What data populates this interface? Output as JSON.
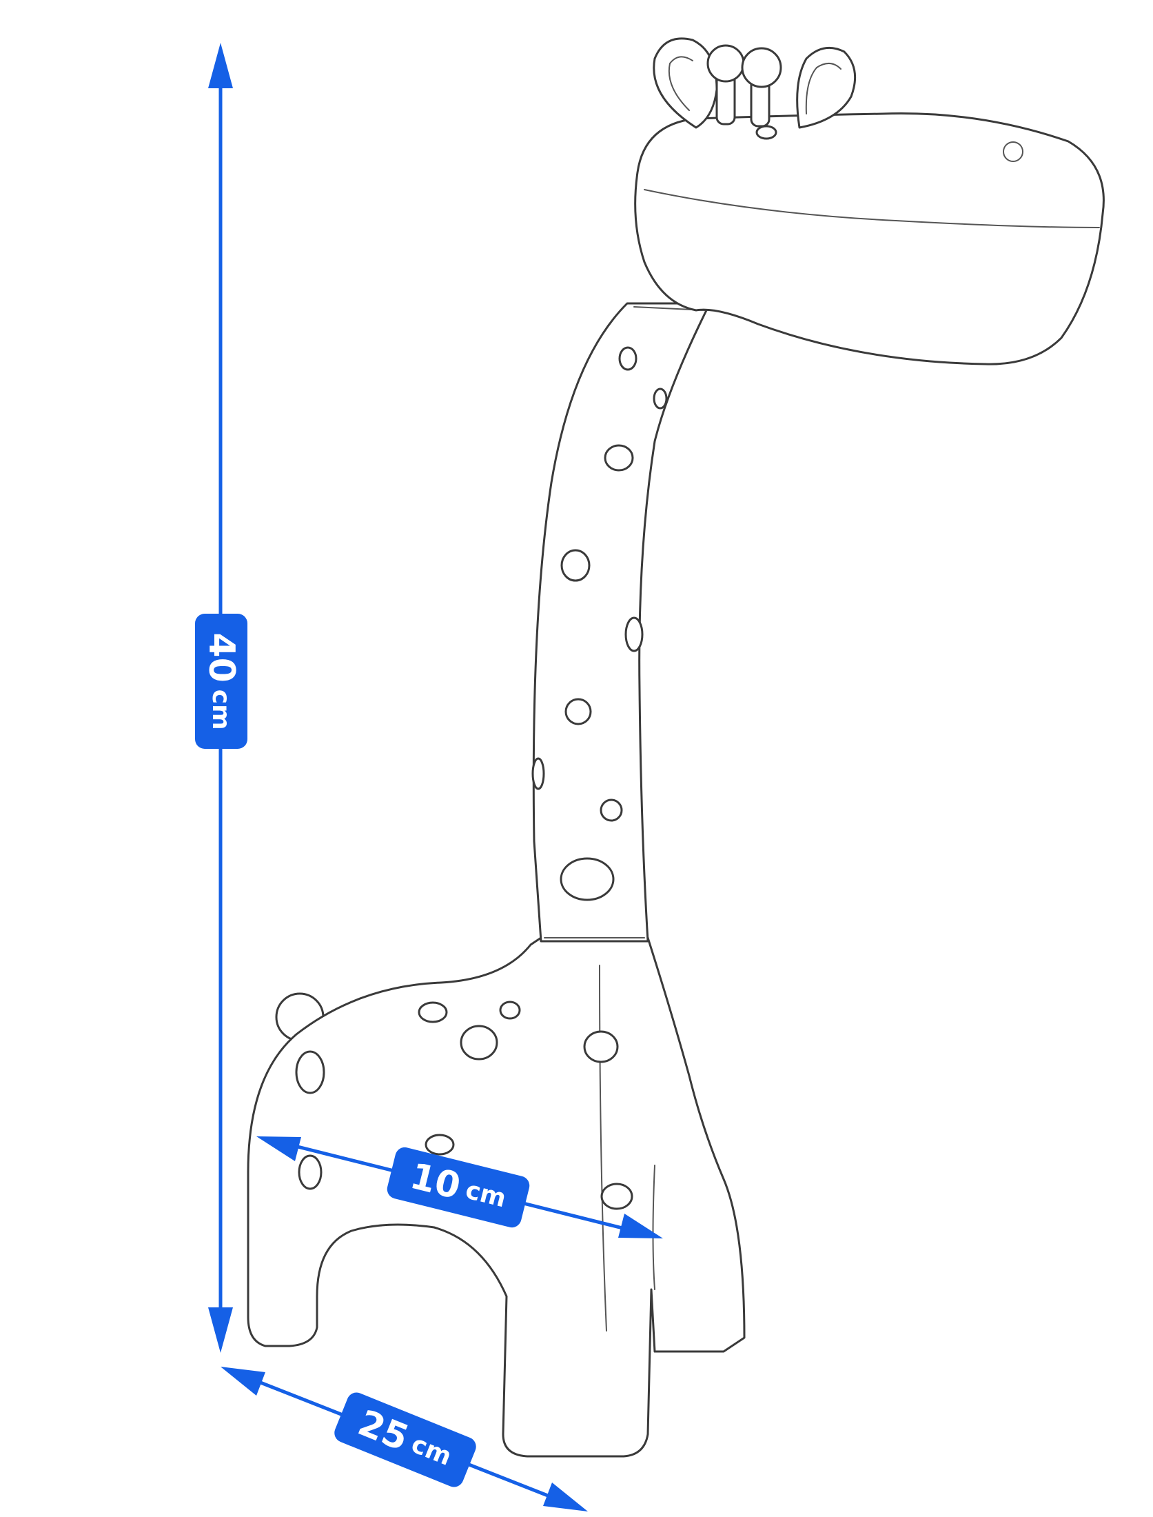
{
  "colors": {
    "dimension": "#1560e6",
    "label_text": "#ffffff",
    "outline": "#3a3a3a"
  },
  "dimensions": {
    "height": {
      "value": "40",
      "unit": "cm"
    },
    "body_width": {
      "value": "10",
      "unit": "cm"
    },
    "base_depth": {
      "value": "25",
      "unit": "cm"
    }
  }
}
